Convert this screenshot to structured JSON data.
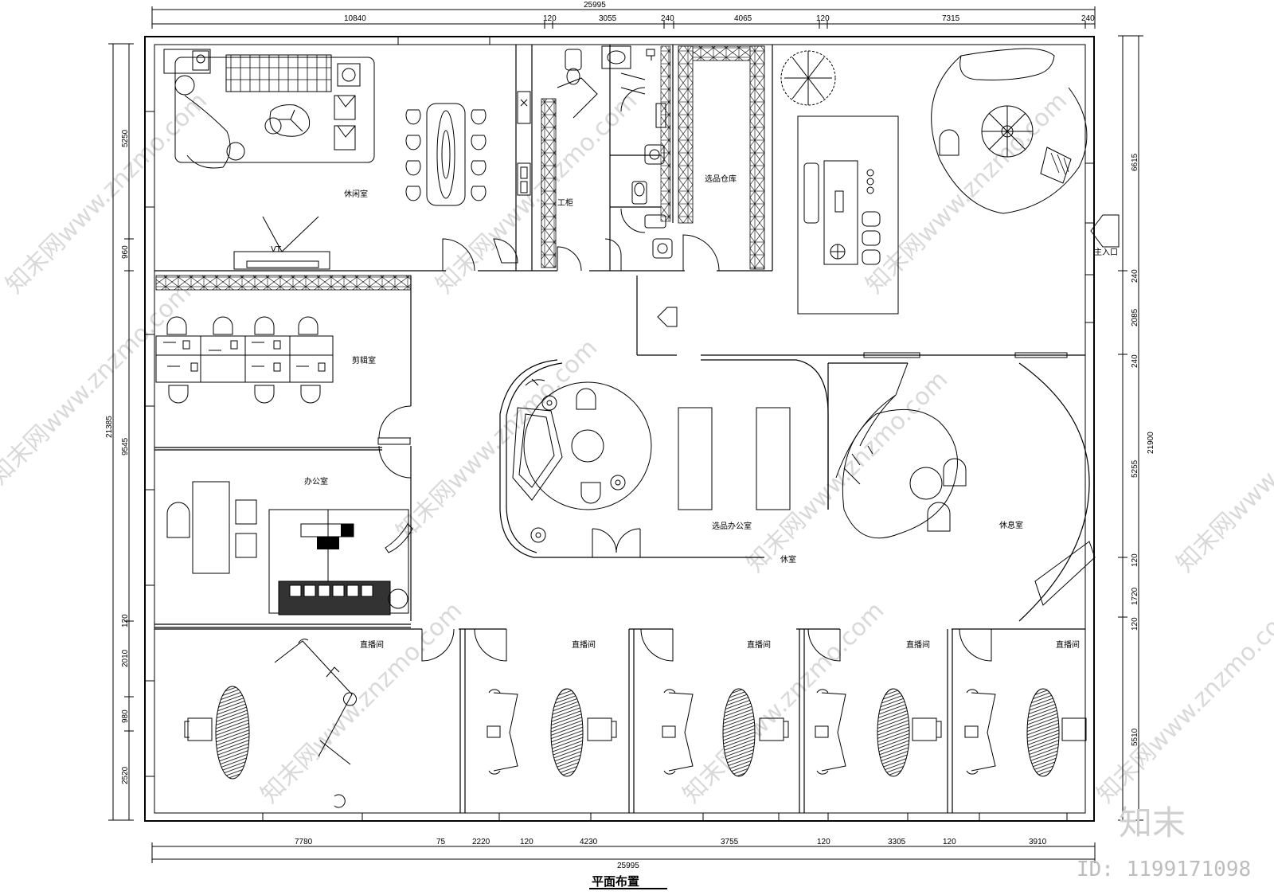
{
  "title": "平面布置",
  "rooms": {
    "lounge": "休闲室",
    "cabinet": "工柜",
    "warehouse": "选品仓库",
    "editing": "剪辑室",
    "office": "办公室",
    "selection_office": "选品办公室",
    "rest_room": "休息室",
    "rest_small": "休室",
    "live1": "直播间",
    "live2": "直播间",
    "live3": "直播间",
    "live4": "直播间",
    "live5": "直播间"
  },
  "labels": {
    "entrance": "主入口",
    "tv": "VT"
  },
  "dims_top": {
    "total": "25995",
    "d1": "10840",
    "d2": "120",
    "d3": "3055",
    "d4": "240",
    "d5": "4065",
    "d6": "120",
    "d7": "7315",
    "d8": "240"
  },
  "dims_bottom": {
    "total": "25995",
    "d1": "7780",
    "d2": "75",
    "d3": "2220",
    "d4": "120",
    "d5": "4230",
    "d6": "3755",
    "d7": "120",
    "d8": "3305",
    "d9": "120",
    "d10": "3910"
  },
  "dims_left": {
    "total": "21385",
    "d1": "5250",
    "d2": "960",
    "d3": "9545",
    "d4": "120",
    "d5": "2010",
    "d6": "980",
    "d7": "2520"
  },
  "dims_right": {
    "total": "21900",
    "d1": "6615",
    "d2": "240",
    "d3": "2085",
    "d4": "240",
    "d5": "5255",
    "d6": "120",
    "d7": "1720",
    "d8": "120",
    "d9": "5510"
  },
  "watermark": {
    "site": "知末网www.znzmo.com",
    "brand": "知末",
    "id": "ID: 1199171098"
  }
}
